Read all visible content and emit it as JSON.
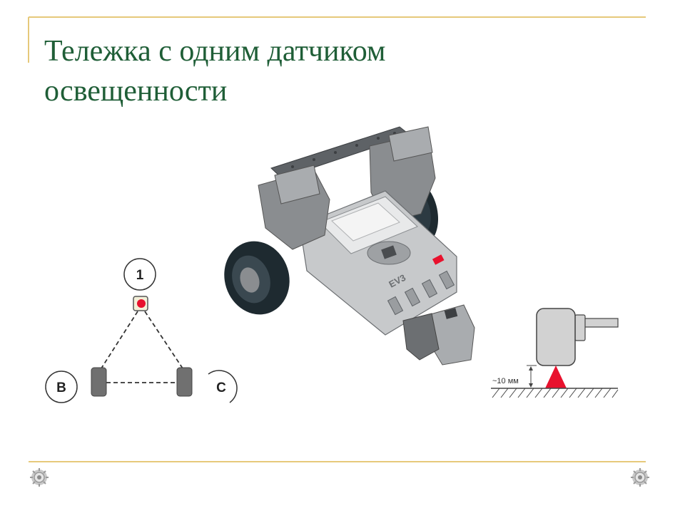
{
  "slide": {
    "title_line1": "Тележка с одним датчиком",
    "title_line2": "освещенности"
  },
  "diagram": {
    "sensor_label": "1",
    "motor_b_label": "B",
    "motor_c_label": "C"
  },
  "robot": {
    "brick_label": "EV3"
  },
  "sensor_detail": {
    "distance_label": "~10 мм"
  },
  "colors": {
    "title": "#1f5e37",
    "rule": "#e6c97a",
    "accent_red": "#e8112d",
    "motor_grey": "#707070"
  },
  "icons": {
    "footer_left": "gear-ornament-icon",
    "footer_right": "gear-ornament-icon"
  }
}
